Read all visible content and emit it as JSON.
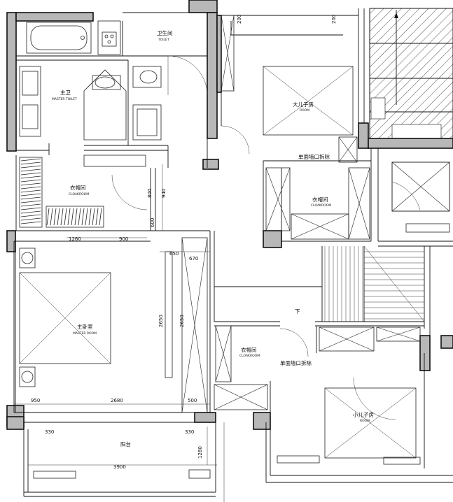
{
  "rooms": {
    "bathroom": {
      "cn": "卫生间",
      "en": "TOILET"
    },
    "master_bath": {
      "cn": "主卫",
      "en": "MASTER TOILET"
    },
    "master_closet": {
      "cn": "衣帽间",
      "en": "CLOAKROOM"
    },
    "master_bedroom": {
      "cn": "主卧室",
      "en": "MASTER ROOM"
    },
    "elder_child": {
      "cn": "大儿子房",
      "en": "ROOM"
    },
    "child_closet": {
      "cn": "衣帽间",
      "en": "CLOAKROOM"
    },
    "lower_closet": {
      "cn": "衣帽间",
      "en": "CLOAKROOM"
    },
    "younger_child": {
      "cn": "小儿子房",
      "en": "ROOM"
    },
    "balcony": {
      "cn": "阳台"
    },
    "stair_shaft": {
      "cn": ""
    }
  },
  "notes": {
    "demolish_upper": "单面墙口拆除",
    "demolish_lower": "单面墙口拆除",
    "stair_down": "下"
  },
  "dimensions": {
    "d1260": "1260",
    "d900": "900",
    "d800": "800",
    "d940": "940",
    "d600": "600",
    "d650": "650",
    "d670": "670",
    "d2650a": "2650",
    "d2650b": "2650",
    "d950": "950",
    "d2680": "2680",
    "d500": "500",
    "d330a": "330",
    "d330b": "330",
    "d1280": "1280",
    "d3900": "3900",
    "d200a": "200",
    "d200b": "200"
  }
}
